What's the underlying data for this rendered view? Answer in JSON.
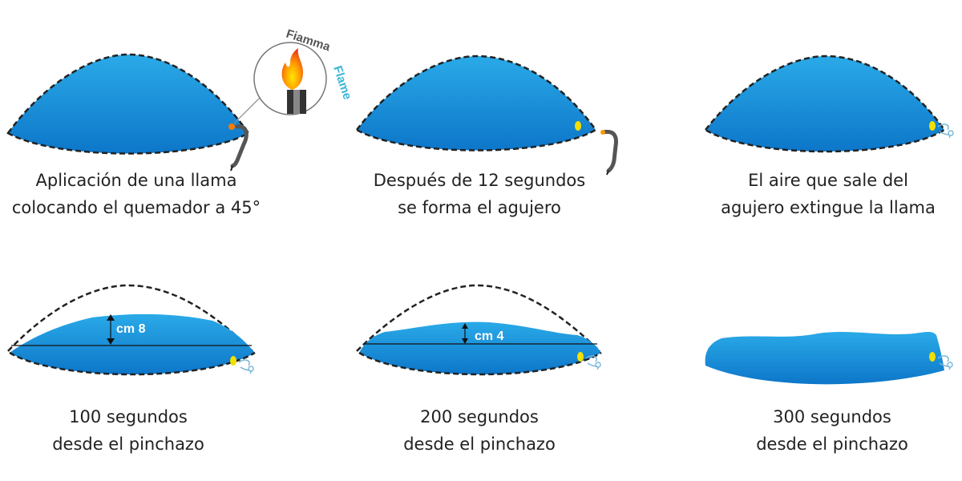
{
  "colors": {
    "dome_top": "#2aaae8",
    "dome_bottom": "#0d76c9",
    "outline": "#222222",
    "flame_label_1": "#555555",
    "flame_label_2": "#3bb5d8",
    "hole_dot": "#f1e000"
  },
  "flame_inset": {
    "label_1": "Fiamma",
    "label_2": "Flame"
  },
  "steps": [
    {
      "line1": "Aplicación de una llama",
      "line2": "colocando el quemador a 45°"
    },
    {
      "line1": "Después de 12 segundos",
      "line2": "se forma el agujero"
    },
    {
      "line1": "El aire que sale del",
      "line2": "agujero extingue la llama"
    },
    {
      "line1": "100 segundos",
      "line2": "desde el pinchazo",
      "measure": "cm 8"
    },
    {
      "line1": "200 segundos",
      "line2": "desde el pinchazo",
      "measure": "cm 4"
    },
    {
      "line1": "300 segundos",
      "line2": "desde el pinchazo"
    }
  ]
}
